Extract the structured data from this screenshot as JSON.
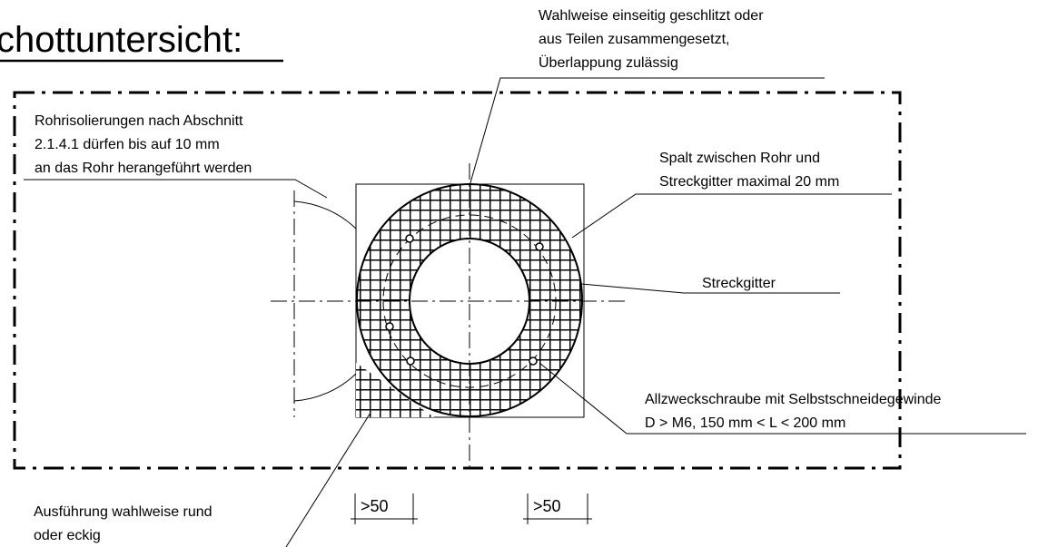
{
  "title": "chottuntersicht:",
  "labels": {
    "slotted": [
      "Wahlweise einseitig geschlitzt oder",
      "aus Teilen zusammengesetzt,",
      "Überlappung zulässig"
    ],
    "insulation": [
      "Rohrisolierungen nach Abschnitt",
      "2.1.4.1 dürfen bis auf 10 mm",
      "an das Rohr herangeführt werden"
    ],
    "gap": [
      "Spalt zwischen Rohr und",
      "Streckgitter maximal 20 mm"
    ],
    "mesh": "Streckgitter",
    "screw": [
      "Allzweckschraube mit Selbstschneidegewinde",
      "D > M6, 150 mm < L < 200 mm"
    ],
    "shape": [
      "Ausführung wahlweise rund",
      "oder eckig"
    ]
  },
  "dimensions": [
    ">50",
    ">50"
  ]
}
